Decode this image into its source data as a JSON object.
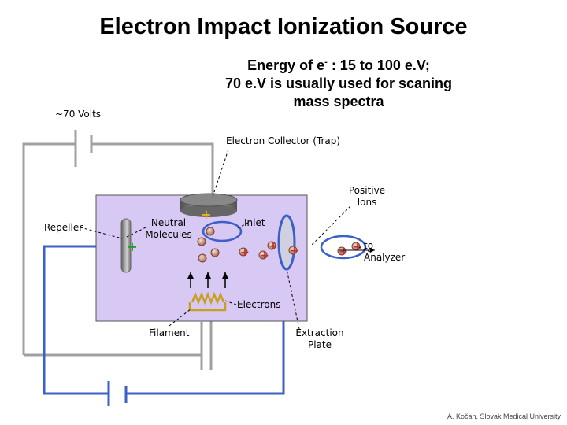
{
  "title": "Electron Impact Ionization Source",
  "energy": {
    "line1_prefix": "Energy of e",
    "line1_superscript": "-",
    "line1_suffix": " : 15 to 100 e.V;",
    "line2": "70 e.V is usually used for scaning",
    "line3": "mass spectra"
  },
  "labels": {
    "voltage": "~70 Volts",
    "collector": "Electron Collector (Trap)",
    "positive_ions_1": "Positive",
    "positive_ions_2": "Ions",
    "repeller": "Repeller",
    "neutral_1": "Neutral",
    "neutral_2": "Molecules",
    "inlet": "Inlet",
    "to_analyzer_1": "to",
    "to_analyzer_2": "Analyzer",
    "electrons": "Electrons",
    "filament": "Filament",
    "extraction_1": "Extraction",
    "extraction_2": "Plate"
  },
  "plus_sign": "+",
  "credit": "A. Kočan, Slovak Medical University",
  "colors": {
    "chamber_fill": "#d8c8f4",
    "wire_gray": "#a0a0a0",
    "wire_blue": "#3d5fc8",
    "ion_plus": "#c03030",
    "filament": "#c8a020",
    "collector_plus": "#e8b020",
    "repeller_plus": "#20a020"
  }
}
